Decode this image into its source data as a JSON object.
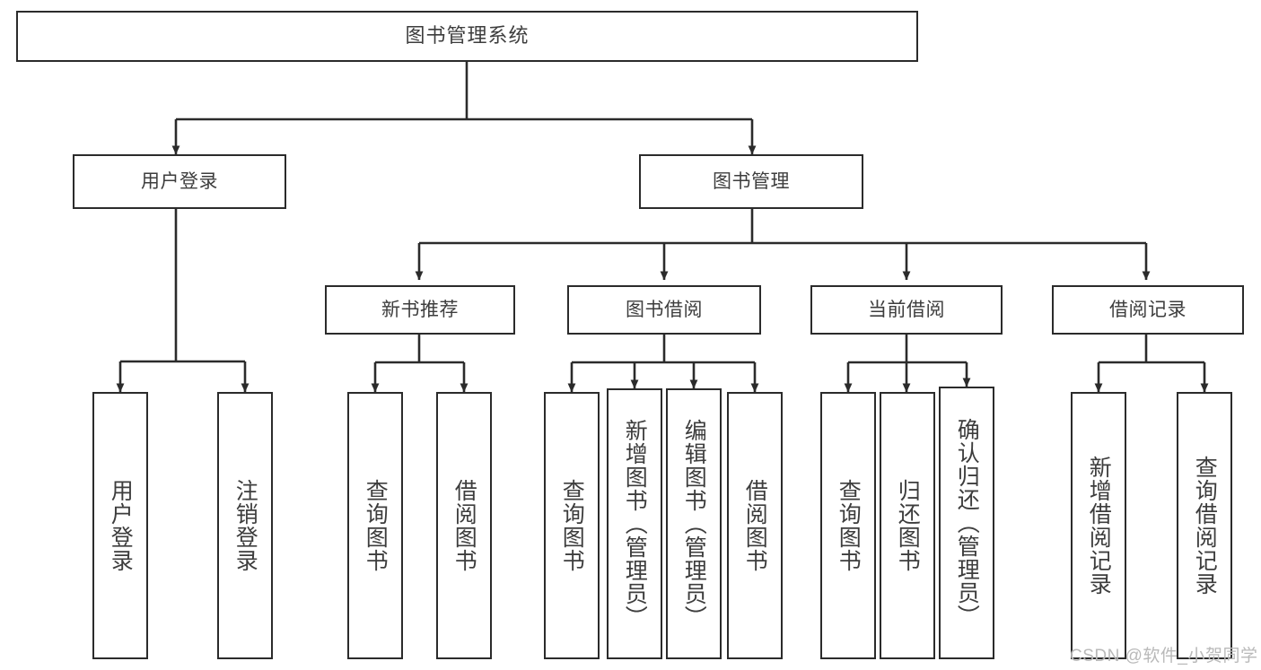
{
  "diagram": {
    "type": "tree-hierarchy",
    "title": "图书管理系统",
    "root": {
      "id": "root",
      "label": "图书管理系统"
    },
    "level2": [
      {
        "id": "user-login",
        "label": "用户登录"
      },
      {
        "id": "book-manage",
        "label": "图书管理"
      }
    ],
    "level3": [
      {
        "id": "new-book-recommend",
        "label": "新书推荐",
        "parent": "book-manage"
      },
      {
        "id": "book-borrow",
        "label": "图书借阅",
        "parent": "book-manage"
      },
      {
        "id": "current-borrow",
        "label": "当前借阅",
        "parent": "book-manage"
      },
      {
        "id": "borrow-record",
        "label": "借阅记录",
        "parent": "book-manage"
      }
    ],
    "leaves": [
      {
        "id": "leaf-user-login",
        "label": "用户登录",
        "parent": "user-login"
      },
      {
        "id": "leaf-user-logout",
        "label": "注销登录",
        "parent": "user-login"
      },
      {
        "id": "leaf-query-book-1",
        "label": "查询图书",
        "parent": "new-book-recommend"
      },
      {
        "id": "leaf-borrow-book-1",
        "label": "借阅图书",
        "parent": "new-book-recommend"
      },
      {
        "id": "leaf-query-book-2",
        "label": "查询图书",
        "parent": "book-borrow"
      },
      {
        "id": "leaf-add-book",
        "label": "新增图书（管理员）",
        "parent": "book-borrow"
      },
      {
        "id": "leaf-edit-book",
        "label": "编辑图书（管理员）",
        "parent": "book-borrow"
      },
      {
        "id": "leaf-borrow-book-2",
        "label": "借阅图书",
        "parent": "book-borrow"
      },
      {
        "id": "leaf-query-book-3",
        "label": "查询图书",
        "parent": "current-borrow"
      },
      {
        "id": "leaf-return-book",
        "label": "归还图书",
        "parent": "current-borrow"
      },
      {
        "id": "leaf-confirm-return",
        "label": "确认归还（管理员）",
        "parent": "current-borrow"
      },
      {
        "id": "leaf-add-record",
        "label": "新增借阅记录",
        "parent": "borrow-record"
      },
      {
        "id": "leaf-query-record",
        "label": "查询借阅记录",
        "parent": "borrow-record"
      }
    ],
    "colors": {
      "stroke": "#2b2b2b",
      "fill": "#ffffff",
      "text": "#3d3d3d",
      "watermark": "#b9b9b9"
    }
  },
  "watermark": {
    "text": "CSDN @软件_小贺同学"
  }
}
